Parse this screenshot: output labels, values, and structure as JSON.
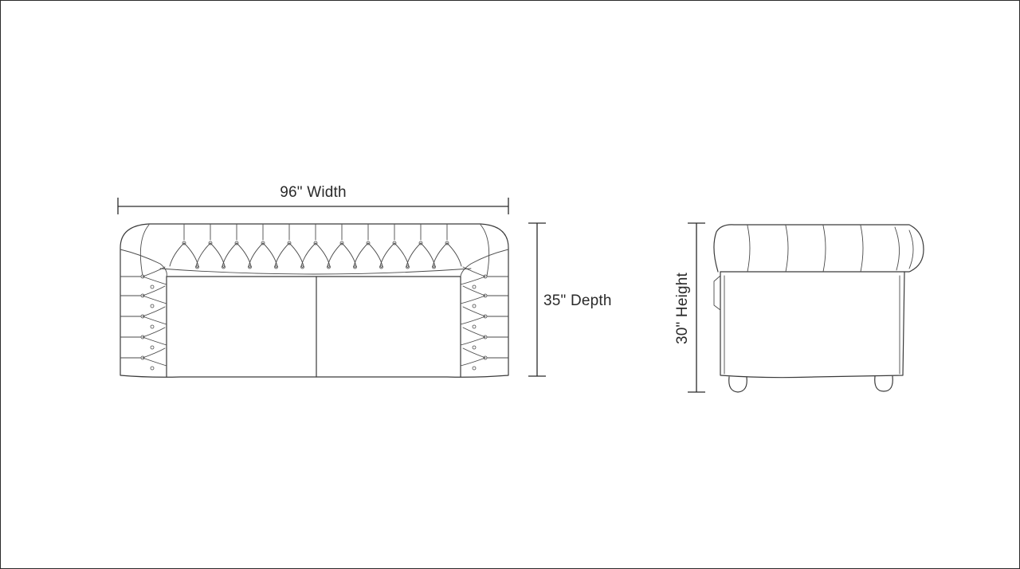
{
  "dimensions": {
    "width_label": "96\" Width",
    "depth_label": "35\" Depth",
    "height_label": "30\" Height"
  },
  "views": {
    "top_view": "sofa-top-view",
    "side_view": "sofa-side-view"
  },
  "colors": {
    "line": "#3a3a3a",
    "background": "#ffffff",
    "border": "#2b2b2b"
  }
}
